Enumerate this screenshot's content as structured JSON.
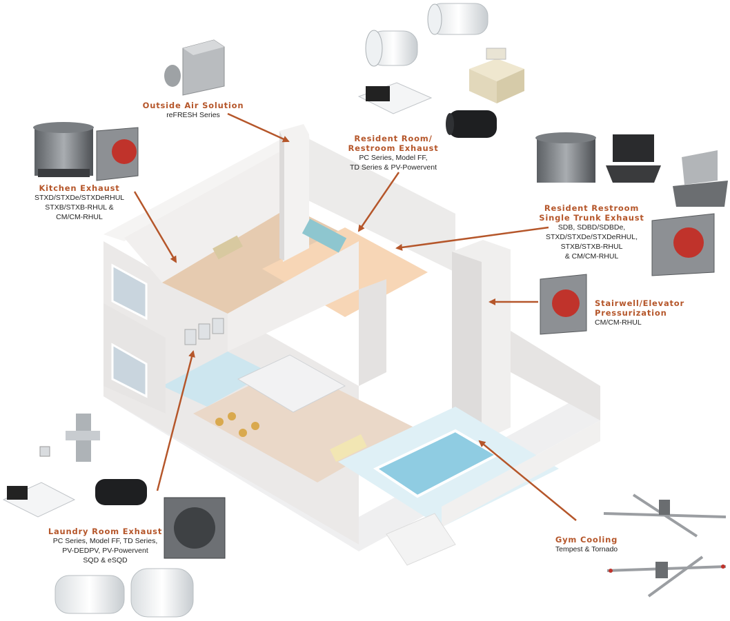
{
  "colors": {
    "accent": "#b5562a",
    "wall": "#e9e7e6",
    "floor_wood": "#e6c9a8",
    "floor_tile": "#e8d6c8",
    "floor_blue": "#cfe6ef",
    "pool": "#9fd3e6",
    "metal": "#7d8084"
  },
  "callouts": [
    {
      "id": "outside-air",
      "title": [
        "Outside Air Solution"
      ],
      "lines": [
        "reFRESH Series"
      ]
    },
    {
      "id": "kitchen",
      "title": [
        "Kitchen Exhaust"
      ],
      "lines": [
        "STXD/STXDe/STXDeRHUL",
        "STXB/STXB-RHUL &",
        "CM/CM-RHUL"
      ]
    },
    {
      "id": "resident-room",
      "title": [
        "Resident Room/",
        "Restroom Exhaust"
      ],
      "lines": [
        "PC Series, Model FF,",
        "TD Series & PV-Powervent"
      ]
    },
    {
      "id": "resident-restroom",
      "title": [
        "Resident Restroom",
        "Single Trunk Exhaust"
      ],
      "lines": [
        "SDB, SDBD/SDBDe,",
        "STXD/STXDe/STXDeRHUL,",
        "STXB/STXB-RHUL",
        "& CM/CM-RHUL"
      ]
    },
    {
      "id": "stairwell",
      "title": [
        "Stairwell/Elevator",
        "Pressurization"
      ],
      "lines": [
        "CM/CM-RHUL"
      ]
    },
    {
      "id": "laundry",
      "title": [
        "Laundry Room Exhaust"
      ],
      "lines": [
        "PC Series,  Model FF, TD Series,",
        "PV-DEDPV, PV-Powervent",
        "SQD & eSQD"
      ]
    },
    {
      "id": "gym",
      "title": [
        "Gym Cooling"
      ],
      "lines": [
        "Tempest & Tornado"
      ]
    }
  ],
  "products": [
    {
      "name": "inline-mixed-flow-fan-icon"
    },
    {
      "name": "inline-square-fan-icon"
    },
    {
      "name": "ceiling-exhaust-fan-icon"
    },
    {
      "name": "ceiling-grille-fan-icon"
    },
    {
      "name": "inline-round-fan-icon"
    },
    {
      "name": "erv-box-icon"
    },
    {
      "name": "upblast-exhaust-fan-icon"
    },
    {
      "name": "centrifugal-blower-icon"
    },
    {
      "name": "downblast-exhaust-fan-icon"
    },
    {
      "name": "hvls-ceiling-fan-icon"
    },
    {
      "name": "square-inline-fan-icon"
    },
    {
      "name": "damper-icon"
    }
  ]
}
